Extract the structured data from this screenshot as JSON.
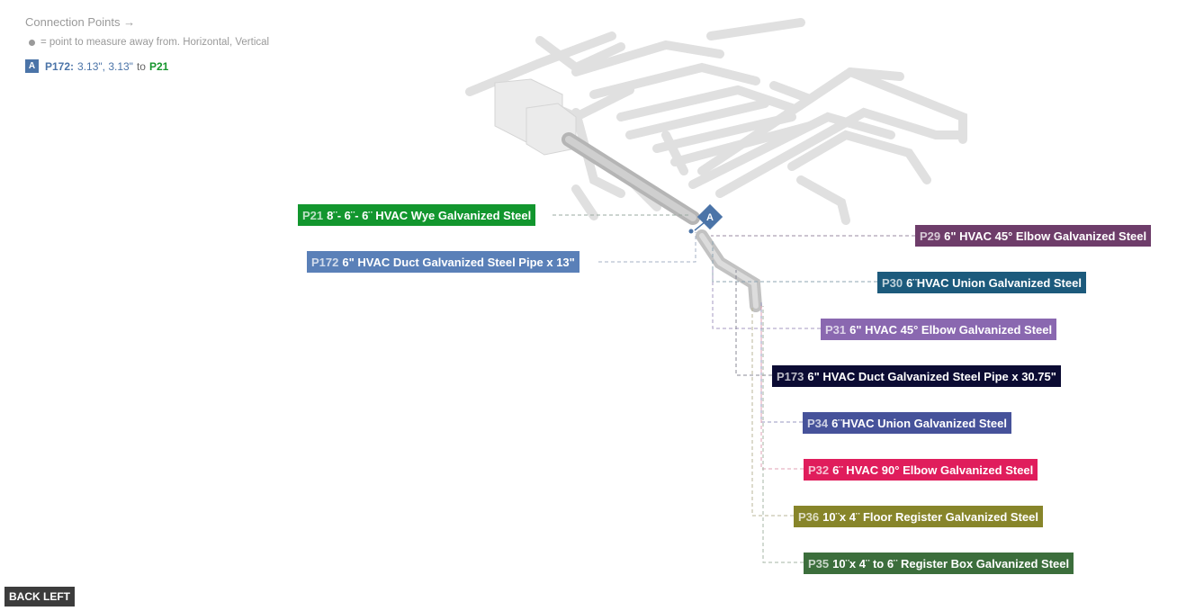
{
  "legend": {
    "title": "Connection Points →",
    "hint": "= point to measure away from. Horizontal, Vertical",
    "connection": {
      "badge": "A",
      "from": "P172:",
      "values": "3.13\", 3.13\"",
      "to_word": "to",
      "target": "P21"
    }
  },
  "marker": {
    "label": "A"
  },
  "parts": [
    {
      "id": "P21",
      "name": "8¨- 6¨- 6¨ HVAC Wye Galvanized Steel",
      "color": "#12962e"
    },
    {
      "id": "P172",
      "name": "6\" HVAC Duct Galvanized Steel Pipe x 13\"",
      "color": "#5a80b8"
    },
    {
      "id": "P29",
      "name": "6\" HVAC 45° Elbow Galvanized Steel",
      "color": "#6e3d6a"
    },
    {
      "id": "P30",
      "name": "6¨HVAC Union Galvanized Steel",
      "color": "#1c5a7c"
    },
    {
      "id": "P31",
      "name": "6\" HVAC 45° Elbow Galvanized Steel",
      "color": "#8a68b0"
    },
    {
      "id": "P173",
      "name": "6\" HVAC Duct Galvanized Steel Pipe x 30.75\"",
      "color": "#0b0b33"
    },
    {
      "id": "P34",
      "name": "6¨HVAC Union Galvanized Steel",
      "color": "#46529a"
    },
    {
      "id": "P32",
      "name": "6¨ HVAC 90° Elbow Galvanized Steel",
      "color": "#e01d5c"
    },
    {
      "id": "P36",
      "name": "10¨x 4¨ Floor Register Galvanized Steel",
      "color": "#87852a"
    },
    {
      "id": "P35",
      "name": "10¨x 4¨ to 6¨ Register Box Galvanized Steel",
      "color": "#3c6e3c"
    }
  ],
  "back_button": {
    "label": "BACK LEFT"
  }
}
